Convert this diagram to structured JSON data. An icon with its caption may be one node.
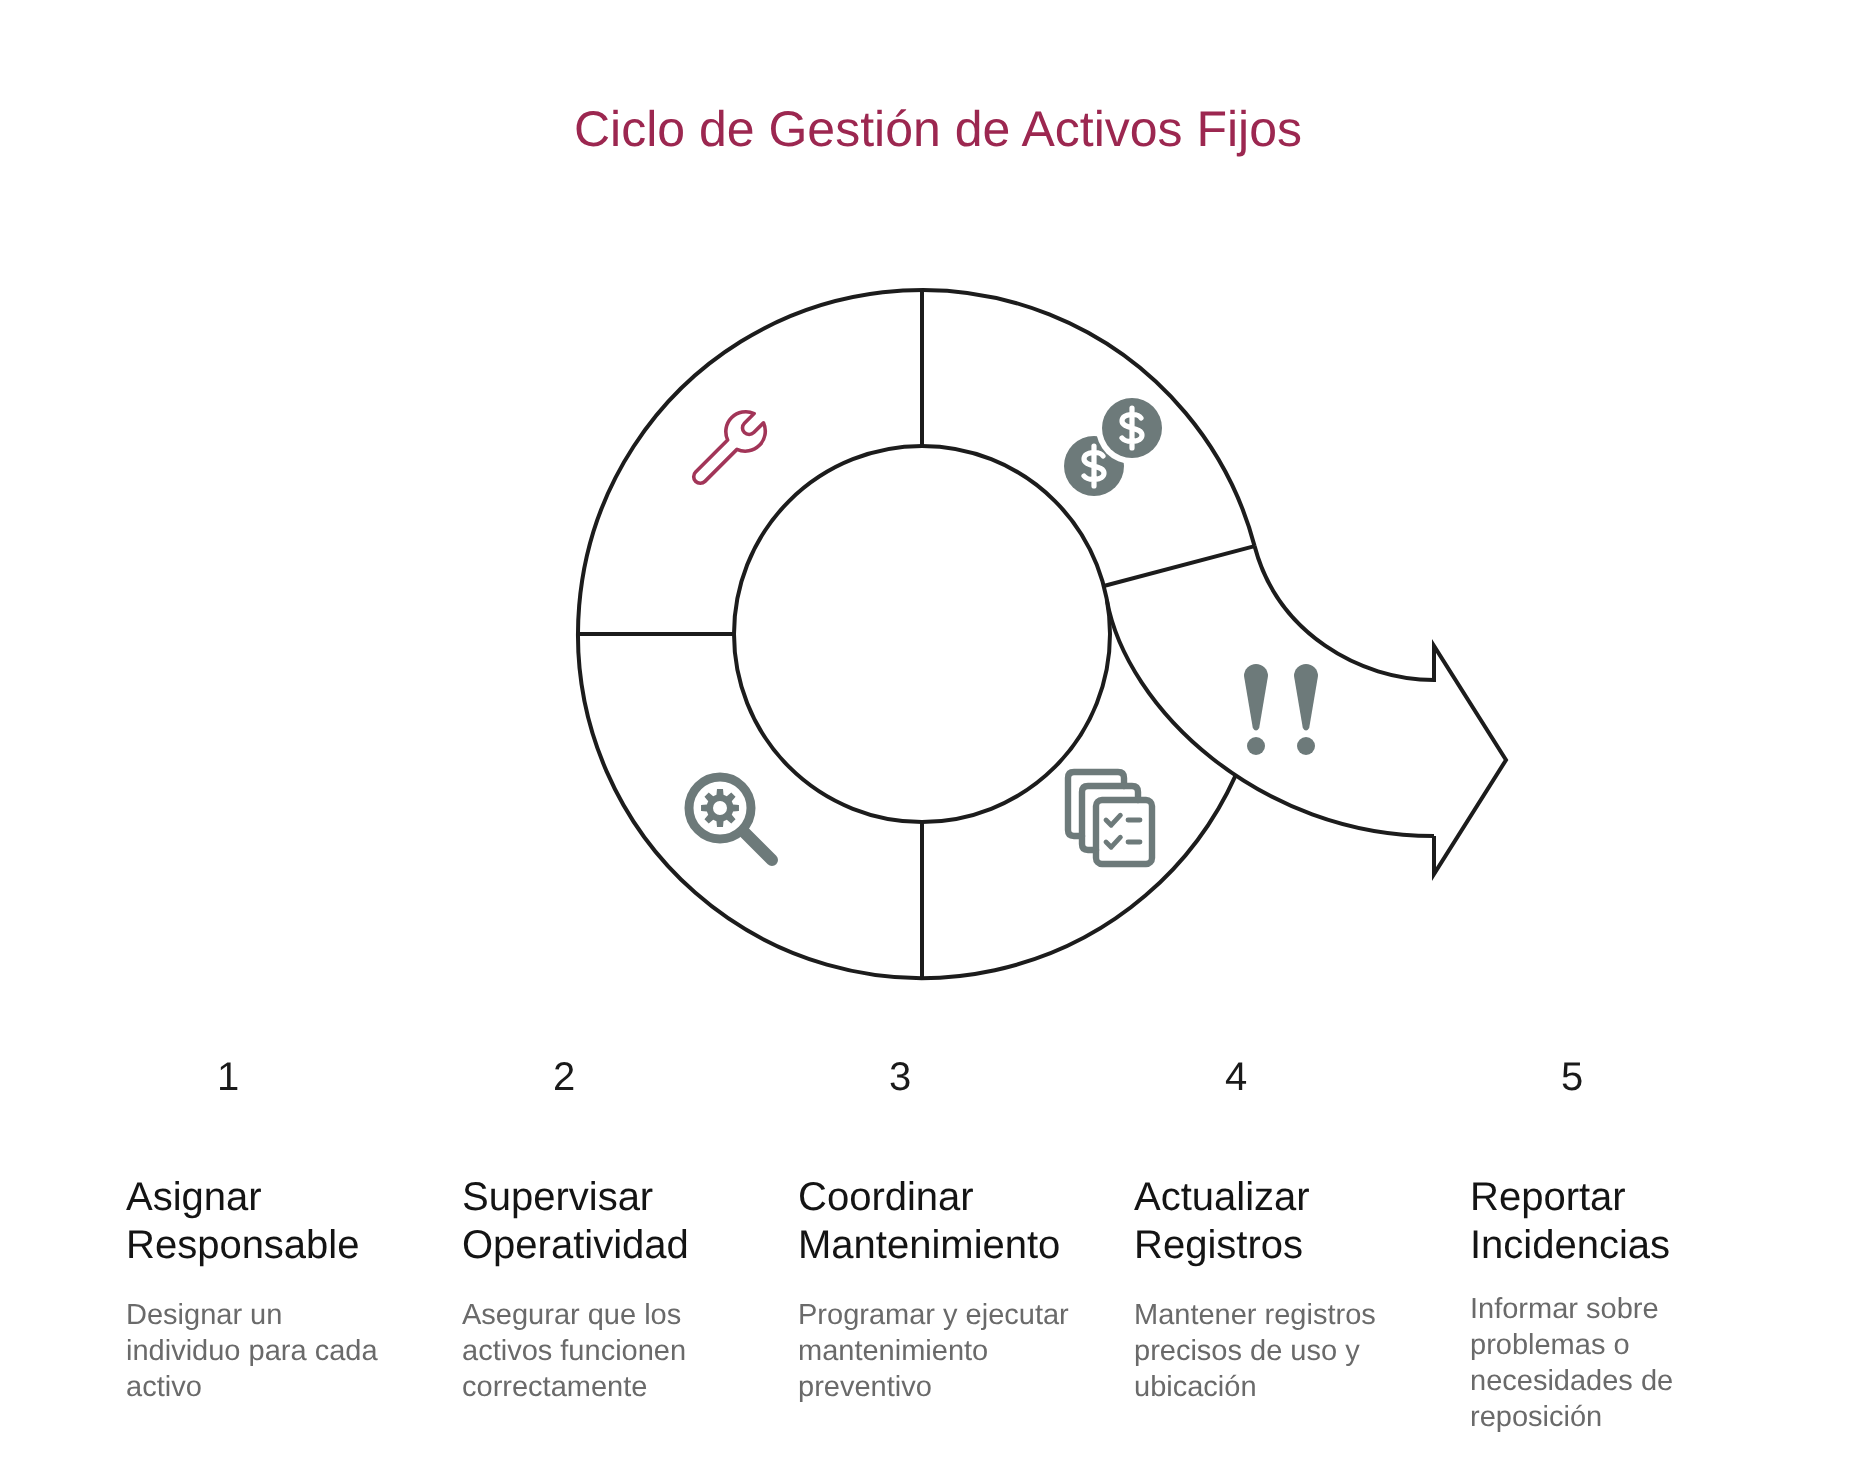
{
  "diagram": {
    "title": "Ciclo de Gestión de Activos Fijos",
    "labels": [
      "1",
      "Asignar Responsable",
      "Designar un individuo para cada activo",
      "2",
      "Supervisar Operatividad",
      "Asegurar que los activos funcionen correctamente",
      "3",
      "Coordinar Mantenimiento",
      "Programar y ejecutar mantenimiento preventivo",
      "4",
      "Actualizar Registros",
      "Mantener registros precisos de uso y ubicación",
      "5",
      "Reportar Incidencias",
      "Informar sobre problemas o necesidades de reposición"
    ]
  }
}
